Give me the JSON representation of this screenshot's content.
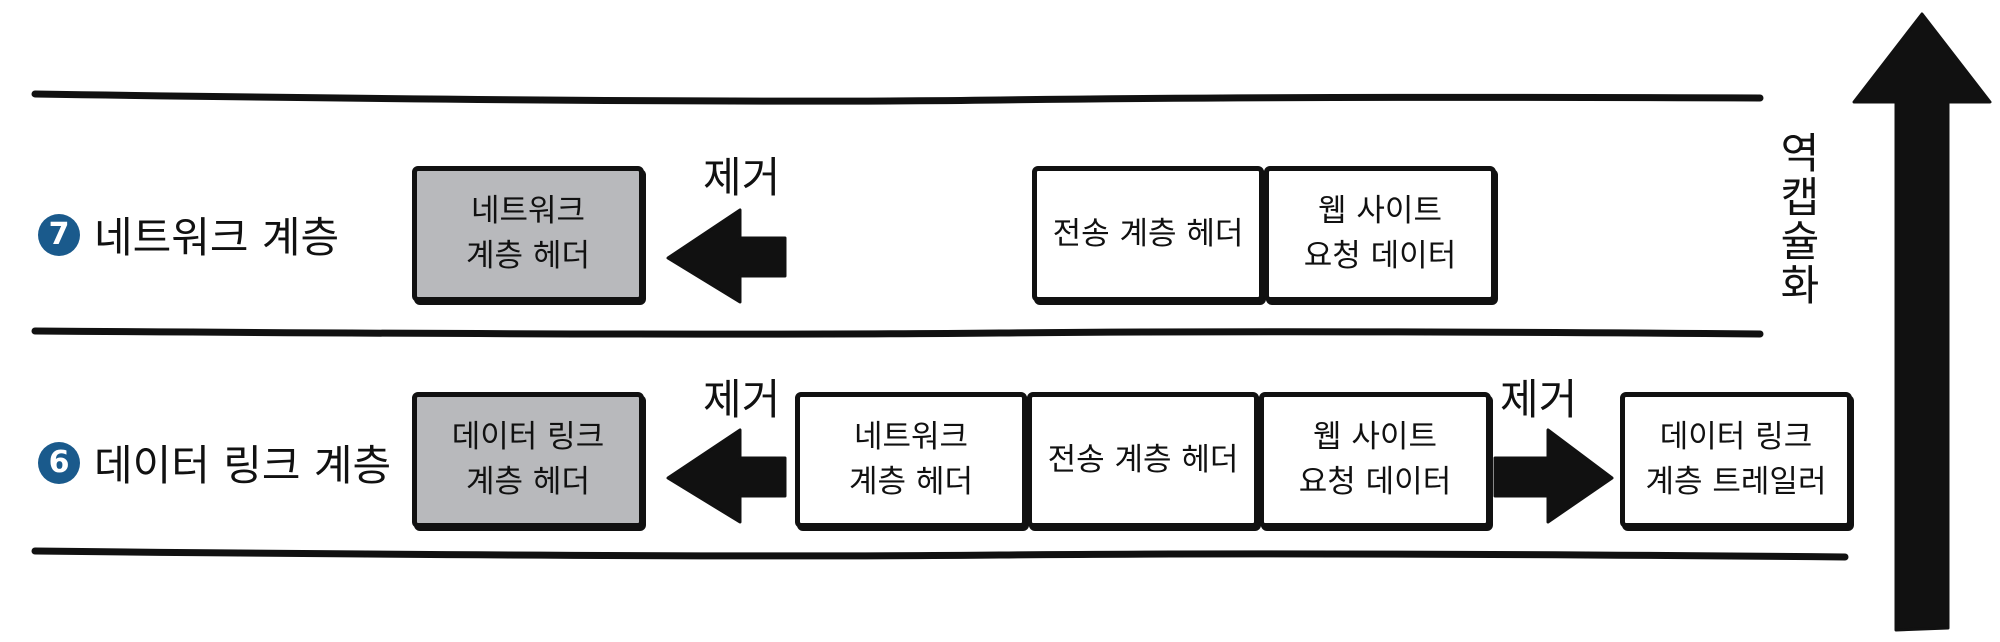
{
  "layers": {
    "network": {
      "number": "7",
      "label": "네트워크 계층",
      "header_box": [
        "네트워크",
        "계층 헤더"
      ],
      "remove_label": "제거",
      "boxes": [
        [
          "전송 계층 헤더"
        ],
        [
          "웹 사이트",
          "요청 데이터"
        ]
      ]
    },
    "datalink": {
      "number": "6",
      "label": "데이터 링크 계층",
      "header_box": [
        "데이터 링크",
        "계층 헤더"
      ],
      "remove_label_left": "제거",
      "remove_label_right": "제거",
      "boxes": [
        [
          "네트워크",
          "계층 헤더"
        ],
        [
          "전송 계층 헤더"
        ],
        [
          "웹 사이트",
          "요청 데이터"
        ]
      ],
      "trailer_box": [
        "데이터 링크",
        "계층 트레일러"
      ]
    }
  },
  "side_label": [
    "역",
    "캡",
    "슐",
    "화"
  ],
  "colors": {
    "badge": "#1a5a8c",
    "removed_box": "#b8b9bc",
    "ink": "#111111"
  }
}
